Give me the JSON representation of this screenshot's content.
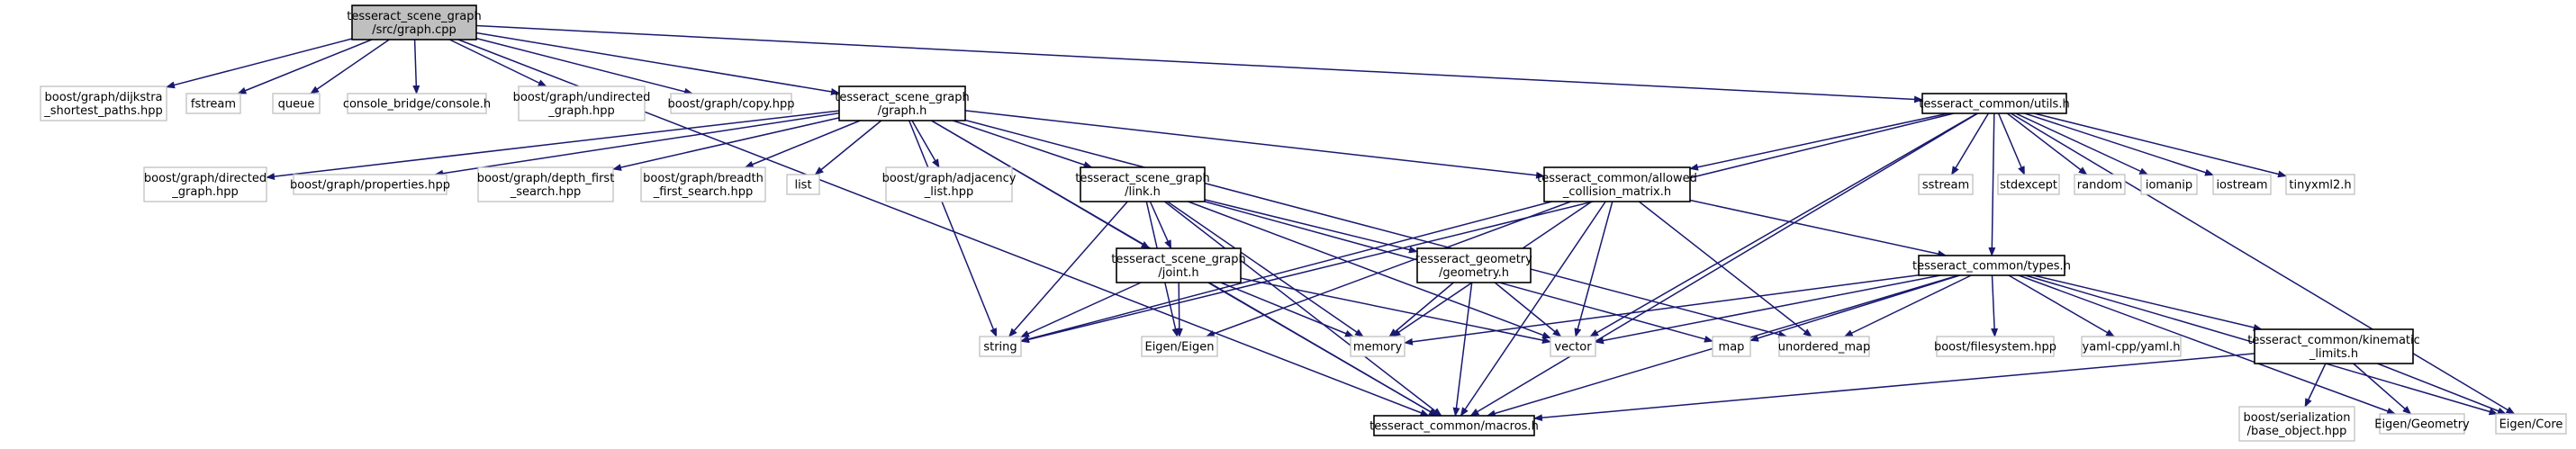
{
  "graph": {
    "nodes": [
      {
        "id": "graph_cpp",
        "lines": [
          "tesseract_scene_graph",
          "/src/graph.cpp"
        ],
        "kind": "root"
      },
      {
        "id": "dijkstra",
        "lines": [
          "boost/graph/dijkstra",
          "_shortest_paths.hpp"
        ],
        "kind": "external"
      },
      {
        "id": "fstream",
        "lines": [
          "fstream"
        ],
        "kind": "external"
      },
      {
        "id": "queue",
        "lines": [
          "queue"
        ],
        "kind": "external"
      },
      {
        "id": "console",
        "lines": [
          "console_bridge/console.h"
        ],
        "kind": "external"
      },
      {
        "id": "undirected",
        "lines": [
          "boost/graph/undirected",
          "_graph.hpp"
        ],
        "kind": "external"
      },
      {
        "id": "copy",
        "lines": [
          "boost/graph/copy.hpp"
        ],
        "kind": "external"
      },
      {
        "id": "graph_h",
        "lines": [
          "tesseract_scene_graph",
          "/graph.h"
        ],
        "kind": "local"
      },
      {
        "id": "utils_h",
        "lines": [
          "tesseract_common/utils.h"
        ],
        "kind": "local"
      },
      {
        "id": "directed",
        "lines": [
          "boost/graph/directed",
          "_graph.hpp"
        ],
        "kind": "external"
      },
      {
        "id": "properties",
        "lines": [
          "boost/graph/properties.hpp"
        ],
        "kind": "external"
      },
      {
        "id": "dfs",
        "lines": [
          "boost/graph/depth_first",
          "_search.hpp"
        ],
        "kind": "external"
      },
      {
        "id": "bfs",
        "lines": [
          "boost/graph/breadth",
          "_first_search.hpp"
        ],
        "kind": "external"
      },
      {
        "id": "list",
        "lines": [
          "list"
        ],
        "kind": "external"
      },
      {
        "id": "adjacency",
        "lines": [
          "boost/graph/adjacency",
          "_list.hpp"
        ],
        "kind": "external"
      },
      {
        "id": "link_h",
        "lines": [
          "tesseract_scene_graph",
          "/link.h"
        ],
        "kind": "local"
      },
      {
        "id": "acm_h",
        "lines": [
          "tesseract_common/allowed",
          "_collision_matrix.h"
        ],
        "kind": "local"
      },
      {
        "id": "sstream",
        "lines": [
          "sstream"
        ],
        "kind": "external"
      },
      {
        "id": "stdexcept",
        "lines": [
          "stdexcept"
        ],
        "kind": "external"
      },
      {
        "id": "random",
        "lines": [
          "random"
        ],
        "kind": "external"
      },
      {
        "id": "iomanip",
        "lines": [
          "iomanip"
        ],
        "kind": "external"
      },
      {
        "id": "iostream",
        "lines": [
          "iostream"
        ],
        "kind": "external"
      },
      {
        "id": "tinyxml",
        "lines": [
          "tinyxml2.h"
        ],
        "kind": "external"
      },
      {
        "id": "joint_h",
        "lines": [
          "tesseract_scene_graph",
          "/joint.h"
        ],
        "kind": "local"
      },
      {
        "id": "geometry_h",
        "lines": [
          "tesseract_geometry",
          "/geometry.h"
        ],
        "kind": "local"
      },
      {
        "id": "types_h",
        "lines": [
          "tesseract_common/types.h"
        ],
        "kind": "local"
      },
      {
        "id": "string",
        "lines": [
          "string"
        ],
        "kind": "external"
      },
      {
        "id": "eigen",
        "lines": [
          "Eigen/Eigen"
        ],
        "kind": "external"
      },
      {
        "id": "memory",
        "lines": [
          "memory"
        ],
        "kind": "external"
      },
      {
        "id": "vector",
        "lines": [
          "vector"
        ],
        "kind": "external"
      },
      {
        "id": "map",
        "lines": [
          "map"
        ],
        "kind": "external"
      },
      {
        "id": "unordered_map",
        "lines": [
          "unordered_map"
        ],
        "kind": "external"
      },
      {
        "id": "filesystem",
        "lines": [
          "boost/filesystem.hpp"
        ],
        "kind": "external"
      },
      {
        "id": "yaml",
        "lines": [
          "yaml-cpp/yaml.h"
        ],
        "kind": "external"
      },
      {
        "id": "kinematic",
        "lines": [
          "tesseract_common/kinematic",
          "_limits.h"
        ],
        "kind": "local"
      },
      {
        "id": "macros_h",
        "lines": [
          "tesseract_common/macros.h"
        ],
        "kind": "local"
      },
      {
        "id": "serialization",
        "lines": [
          "boost/serialization",
          "/base_object.hpp"
        ],
        "kind": "external"
      },
      {
        "id": "eigen_geometry",
        "lines": [
          "Eigen/Geometry"
        ],
        "kind": "external"
      },
      {
        "id": "eigen_core",
        "lines": [
          "Eigen/Core"
        ],
        "kind": "external"
      }
    ],
    "edges": [
      [
        "graph_cpp",
        "dijkstra"
      ],
      [
        "graph_cpp",
        "fstream"
      ],
      [
        "graph_cpp",
        "queue"
      ],
      [
        "graph_cpp",
        "console"
      ],
      [
        "graph_cpp",
        "undirected"
      ],
      [
        "graph_cpp",
        "copy"
      ],
      [
        "graph_cpp",
        "graph_h"
      ],
      [
        "graph_cpp",
        "utils_h"
      ],
      [
        "graph_cpp",
        "macros_h"
      ],
      [
        "graph_h",
        "directed"
      ],
      [
        "graph_h",
        "properties"
      ],
      [
        "graph_h",
        "dfs"
      ],
      [
        "graph_h",
        "bfs"
      ],
      [
        "graph_h",
        "list"
      ],
      [
        "graph_h",
        "adjacency"
      ],
      [
        "graph_h",
        "string"
      ],
      [
        "graph_h",
        "link_h"
      ],
      [
        "graph_h",
        "joint_h"
      ],
      [
        "graph_h",
        "acm_h"
      ],
      [
        "graph_h",
        "unordered_map"
      ],
      [
        "graph_h",
        "macros_h"
      ],
      [
        "utils_h",
        "string"
      ],
      [
        "utils_h",
        "acm_h"
      ],
      [
        "utils_h",
        "sstream"
      ],
      [
        "utils_h",
        "stdexcept"
      ],
      [
        "utils_h",
        "random"
      ],
      [
        "utils_h",
        "iomanip"
      ],
      [
        "utils_h",
        "iostream"
      ],
      [
        "utils_h",
        "tinyxml"
      ],
      [
        "utils_h",
        "vector"
      ],
      [
        "utils_h",
        "types_h"
      ],
      [
        "utils_h",
        "eigen_core"
      ],
      [
        "utils_h",
        "macros_h"
      ],
      [
        "link_h",
        "string"
      ],
      [
        "link_h",
        "joint_h"
      ],
      [
        "link_h",
        "geometry_h"
      ],
      [
        "link_h",
        "eigen"
      ],
      [
        "link_h",
        "memory"
      ],
      [
        "link_h",
        "vector"
      ],
      [
        "link_h",
        "map"
      ],
      [
        "link_h",
        "macros_h"
      ],
      [
        "acm_h",
        "string"
      ],
      [
        "acm_h",
        "eigen"
      ],
      [
        "acm_h",
        "memory"
      ],
      [
        "acm_h",
        "vector"
      ],
      [
        "acm_h",
        "unordered_map"
      ],
      [
        "acm_h",
        "types_h"
      ],
      [
        "acm_h",
        "macros_h"
      ],
      [
        "joint_h",
        "string"
      ],
      [
        "joint_h",
        "eigen"
      ],
      [
        "joint_h",
        "memory"
      ],
      [
        "joint_h",
        "vector"
      ],
      [
        "joint_h",
        "macros_h"
      ],
      [
        "geometry_h",
        "memory"
      ],
      [
        "geometry_h",
        "vector"
      ],
      [
        "geometry_h",
        "macros_h"
      ],
      [
        "types_h",
        "memory"
      ],
      [
        "types_h",
        "vector"
      ],
      [
        "types_h",
        "map"
      ],
      [
        "types_h",
        "unordered_map"
      ],
      [
        "types_h",
        "filesystem"
      ],
      [
        "types_h",
        "yaml"
      ],
      [
        "types_h",
        "kinematic"
      ],
      [
        "types_h",
        "eigen_geometry"
      ],
      [
        "types_h",
        "eigen_core"
      ],
      [
        "types_h",
        "macros_h"
      ],
      [
        "kinematic",
        "serialization"
      ],
      [
        "kinematic",
        "eigen_geometry"
      ],
      [
        "kinematic",
        "eigen_core"
      ],
      [
        "kinematic",
        "macros_h"
      ]
    ]
  },
  "colors": {
    "edge": "#191970",
    "root_fill": "#bfbfbf",
    "local_border": "#000000",
    "external_border": "#bfbfbf"
  }
}
